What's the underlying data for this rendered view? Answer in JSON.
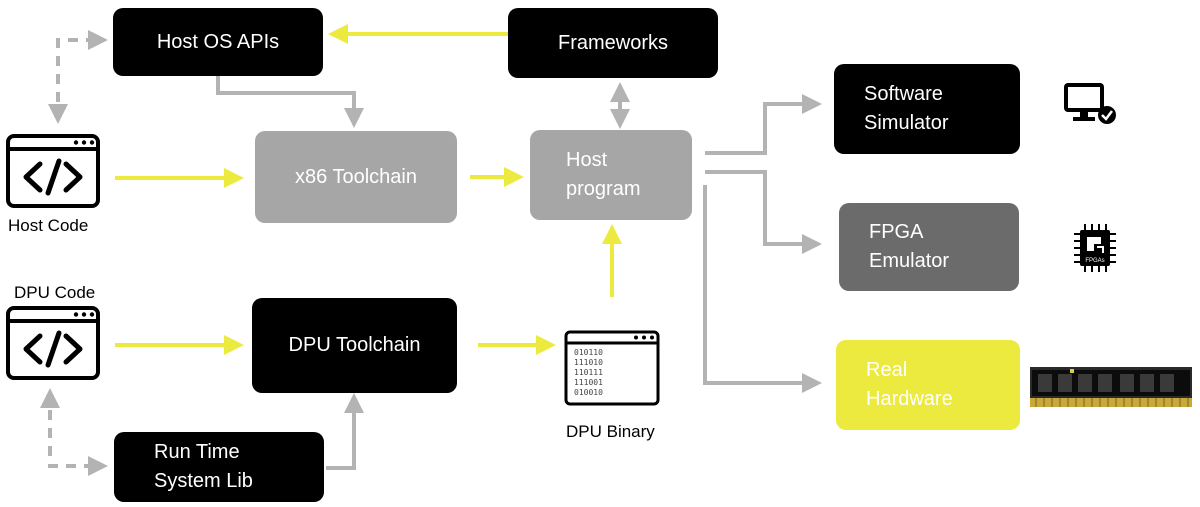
{
  "boxes": {
    "host_os_apis": "Host OS APIs",
    "frameworks": "Frameworks",
    "x86_toolchain": "x86 Toolchain",
    "host_program": "Host\nprogram",
    "dpu_toolchain": "DPU Toolchain",
    "runtime_lib": "Run Time\nSystem Lib",
    "software_simulator": "Software\nSimulator",
    "fpga_emulator": "FPGA\nEmulator",
    "real_hardware": "Real\nHardware"
  },
  "labels": {
    "host_code": "Host Code",
    "dpu_code": "DPU Code",
    "dpu_binary": "DPU Binary",
    "binary_lines": [
      "010110",
      "111010",
      "110111",
      "111001",
      "010010"
    ],
    "fpga_chip_text": "FPGAs"
  },
  "colors": {
    "black_box": "#000000",
    "grey_box": "#a6a6a6",
    "dark_grey_box": "#6b6b6b",
    "yellow_box": "#ecea3f",
    "yellow_arrow": "#ecea3f",
    "grey_arrow": "#b3b3b3"
  },
  "icons": [
    "code-window-icon",
    "binary-file-icon",
    "monitor-check-icon",
    "fpga-chip-icon",
    "memory-module-icon"
  ]
}
